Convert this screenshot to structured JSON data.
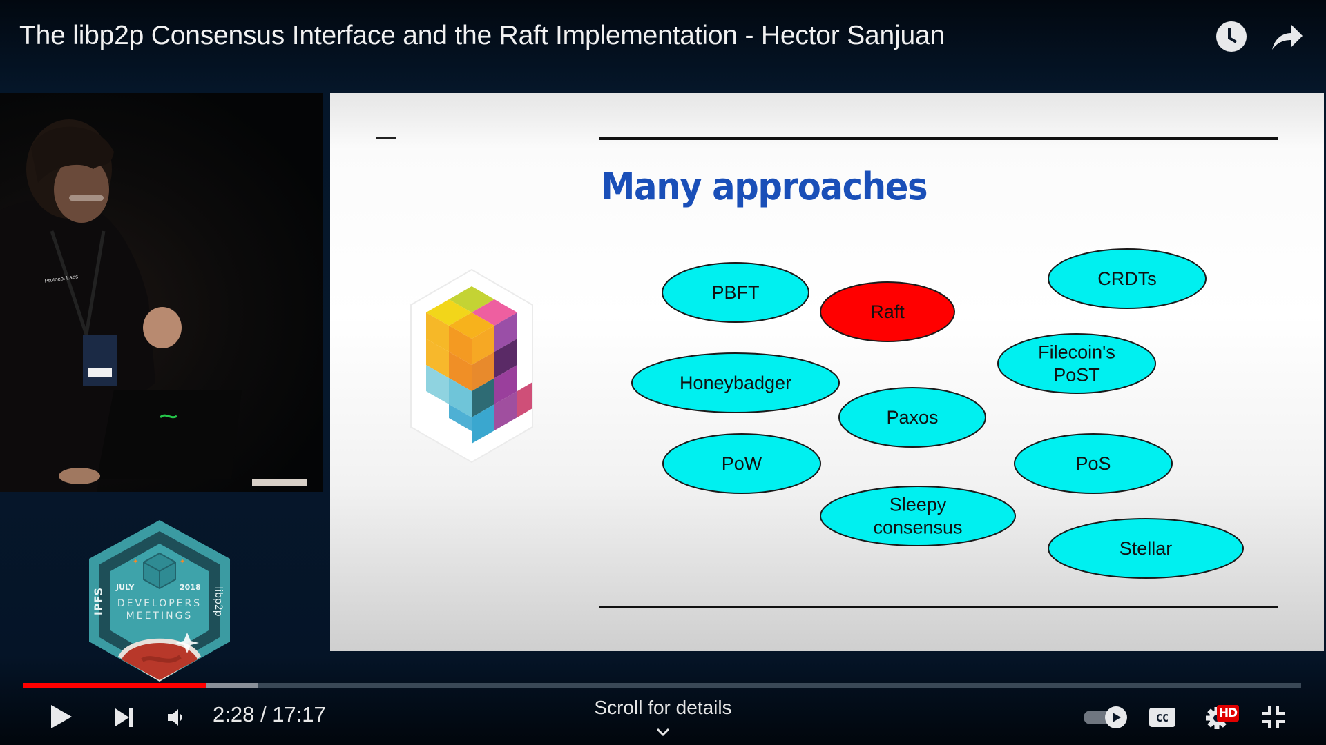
{
  "header": {
    "title": "The libp2p Consensus Interface and the Raft Implementation - Hector Sanjuan",
    "icons": [
      "watch-later-icon",
      "share-icon"
    ]
  },
  "slide": {
    "title": "Many approaches",
    "title_color": "#1a4fb8",
    "highlight_color": "#ff0000",
    "bubble_color": "#00f0f0",
    "bubbles": [
      {
        "label": [
          "PBFT"
        ],
        "highlighted": false
      },
      {
        "label": [
          "Raft"
        ],
        "highlighted": true
      },
      {
        "label": [
          "CRDTs"
        ],
        "highlighted": false
      },
      {
        "label": [
          "Filecoin's",
          "PoST"
        ],
        "highlighted": false
      },
      {
        "label": [
          "Honeybadger"
        ],
        "highlighted": false
      },
      {
        "label": [
          "Paxos"
        ],
        "highlighted": false
      },
      {
        "label": [
          "PoW"
        ],
        "highlighted": false
      },
      {
        "label": [
          "PoS"
        ],
        "highlighted": false
      },
      {
        "label": [
          "Sleepy",
          "consensus"
        ],
        "highlighted": false
      },
      {
        "label": [
          "Stellar"
        ],
        "highlighted": false
      }
    ]
  },
  "badge": {
    "left_text": "IPFS",
    "right_text": "libp2p",
    "month": "JULY",
    "year": "2018",
    "line1": "DEVELOPERS",
    "line2": "MEETINGS"
  },
  "player": {
    "current_time": "2:28",
    "separator": " / ",
    "duration": "17:17",
    "time_display": "2:28 / 17:17",
    "played_fraction": 0.143,
    "buffered_fraction": 0.184,
    "progress_color": "#ff0000",
    "scroll_hint": "Scroll for details",
    "autoplay_on": true,
    "hd_label": "HD",
    "cc_label": "CC",
    "buttons": [
      "play",
      "next",
      "volume",
      "autoplay-toggle",
      "captions",
      "settings",
      "exit-fullscreen"
    ]
  }
}
